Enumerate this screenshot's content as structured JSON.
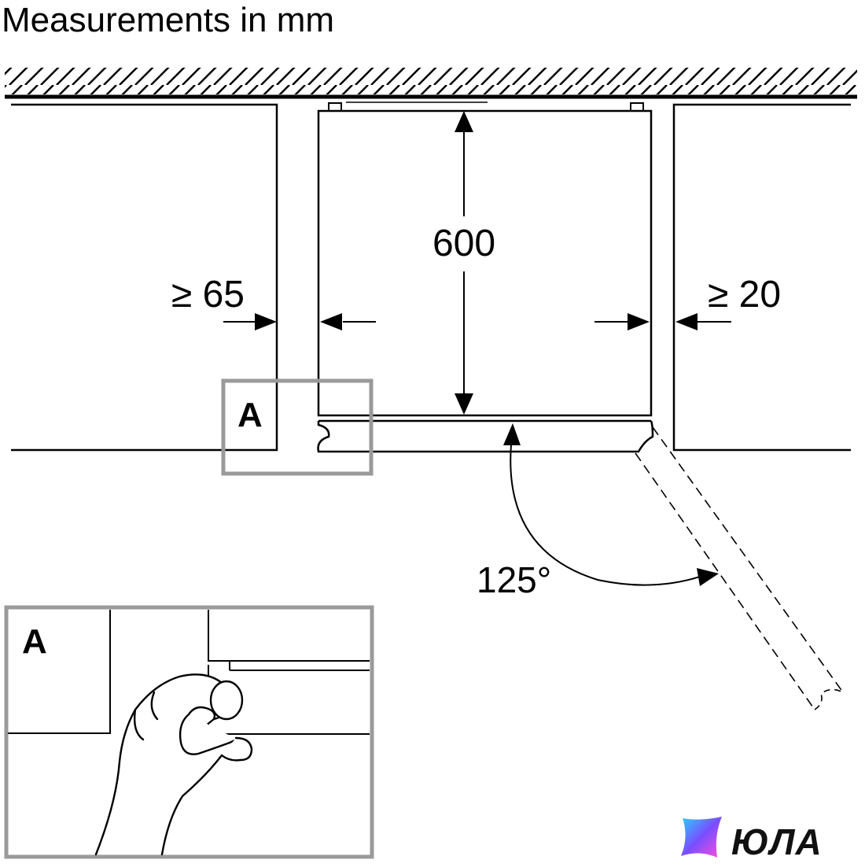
{
  "title": "Measurements in mm",
  "dimensions": {
    "depth": "600",
    "left_gap": "≥ 65",
    "right_gap": "≥ 20",
    "door_angle": "125°"
  },
  "detail_label": "A",
  "detail_callout_label": "A",
  "watermark": "ЮЛА",
  "colors": {
    "line": "#000000",
    "callout_frame": "#9a9a9a",
    "background": "#ffffff"
  }
}
